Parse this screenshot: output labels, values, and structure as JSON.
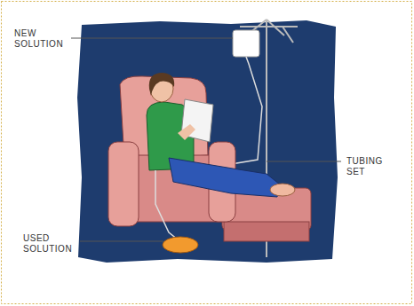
{
  "diagram": {
    "labels": [
      "NEW SOLUTION",
      "TUBING SET",
      "USED SOLUTION"
    ]
  }
}
